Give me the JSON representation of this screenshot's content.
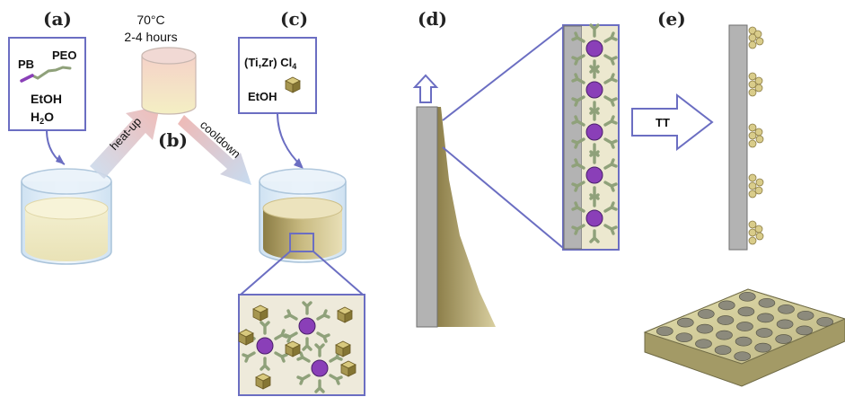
{
  "panels": {
    "a": {
      "label": "(a)",
      "pb": "PB",
      "peo": "PEO",
      "solvent1": "EtOH",
      "solvent2_main": "H",
      "solvent2_sub": "2",
      "solvent2_end": "O"
    },
    "b": {
      "label": "(b)",
      "temperature": "70°C",
      "duration": "2-4 hours",
      "heat_arrow": "heat-up",
      "cool_arrow": "cooldown"
    },
    "c": {
      "label": "(c)",
      "precursor_main": "(Ti,Zr) Cl",
      "precursor_sub": "4",
      "solvent": "EtOH"
    },
    "d": {
      "label": "(d)"
    },
    "e": {
      "label": "(e)",
      "arrow_text": "TT"
    }
  },
  "colors": {
    "frame": "#6b6ec2",
    "micelle_core": "#8a3fb8",
    "corona": "#8fa17a",
    "precursor": "#a69650",
    "film_liquid": "#c6b98a",
    "substrate": "#b3b3b3",
    "heat_arrow": "#e9b7b7",
    "cool_arrow": "#b8d2ea"
  }
}
